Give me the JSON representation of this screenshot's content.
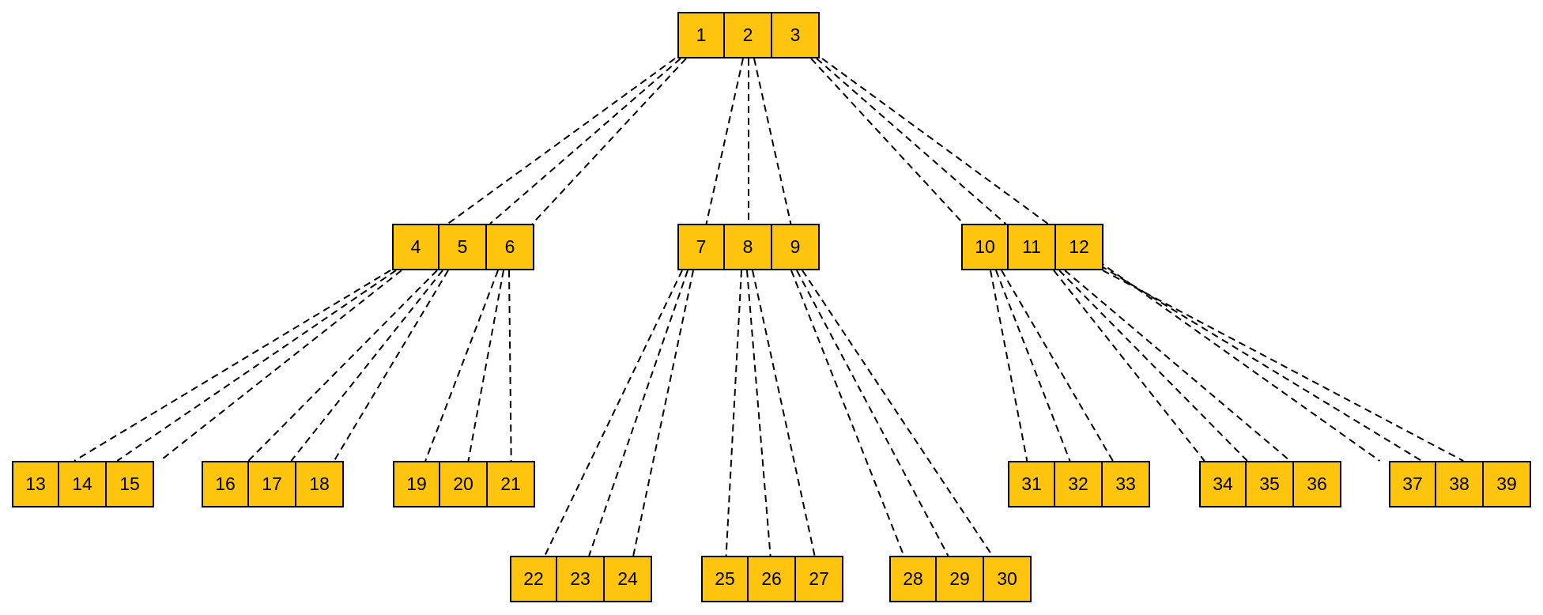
{
  "diagram": {
    "kind": "ternary-tree-of-3-cell-record-nodes",
    "edge_style": "dashed",
    "colors": {
      "node_fill": "#FFC40E",
      "node_border": "#000000",
      "edge": "#000000",
      "background": "#FFFFFF"
    },
    "nodes": [
      {
        "id": "n0",
        "cells": [
          "1",
          "2",
          "3"
        ]
      },
      {
        "id": "n1",
        "cells": [
          "4",
          "5",
          "6"
        ]
      },
      {
        "id": "n2",
        "cells": [
          "7",
          "8",
          "9"
        ]
      },
      {
        "id": "n3",
        "cells": [
          "10",
          "11",
          "12"
        ]
      },
      {
        "id": "n4",
        "cells": [
          "13",
          "14",
          "15"
        ]
      },
      {
        "id": "n5",
        "cells": [
          "16",
          "17",
          "18"
        ]
      },
      {
        "id": "n6",
        "cells": [
          "19",
          "20",
          "21"
        ]
      },
      {
        "id": "n7",
        "cells": [
          "22",
          "23",
          "24"
        ]
      },
      {
        "id": "n8",
        "cells": [
          "25",
          "26",
          "27"
        ]
      },
      {
        "id": "n9",
        "cells": [
          "28",
          "29",
          "30"
        ]
      },
      {
        "id": "n10",
        "cells": [
          "31",
          "32",
          "33"
        ]
      },
      {
        "id": "n11",
        "cells": [
          "34",
          "35",
          "36"
        ]
      },
      {
        "id": "n12",
        "cells": [
          "37",
          "38",
          "39"
        ]
      }
    ],
    "edges": [
      {
        "from": "n0",
        "to": "n1"
      },
      {
        "from": "n0",
        "to": "n2"
      },
      {
        "from": "n0",
        "to": "n3"
      },
      {
        "from": "n1",
        "to": "n4"
      },
      {
        "from": "n1",
        "to": "n5"
      },
      {
        "from": "n1",
        "to": "n6"
      },
      {
        "from": "n2",
        "to": "n7"
      },
      {
        "from": "n2",
        "to": "n8"
      },
      {
        "from": "n2",
        "to": "n9"
      },
      {
        "from": "n3",
        "to": "n10"
      },
      {
        "from": "n3",
        "to": "n11"
      },
      {
        "from": "n3",
        "to": "n12"
      }
    ]
  }
}
